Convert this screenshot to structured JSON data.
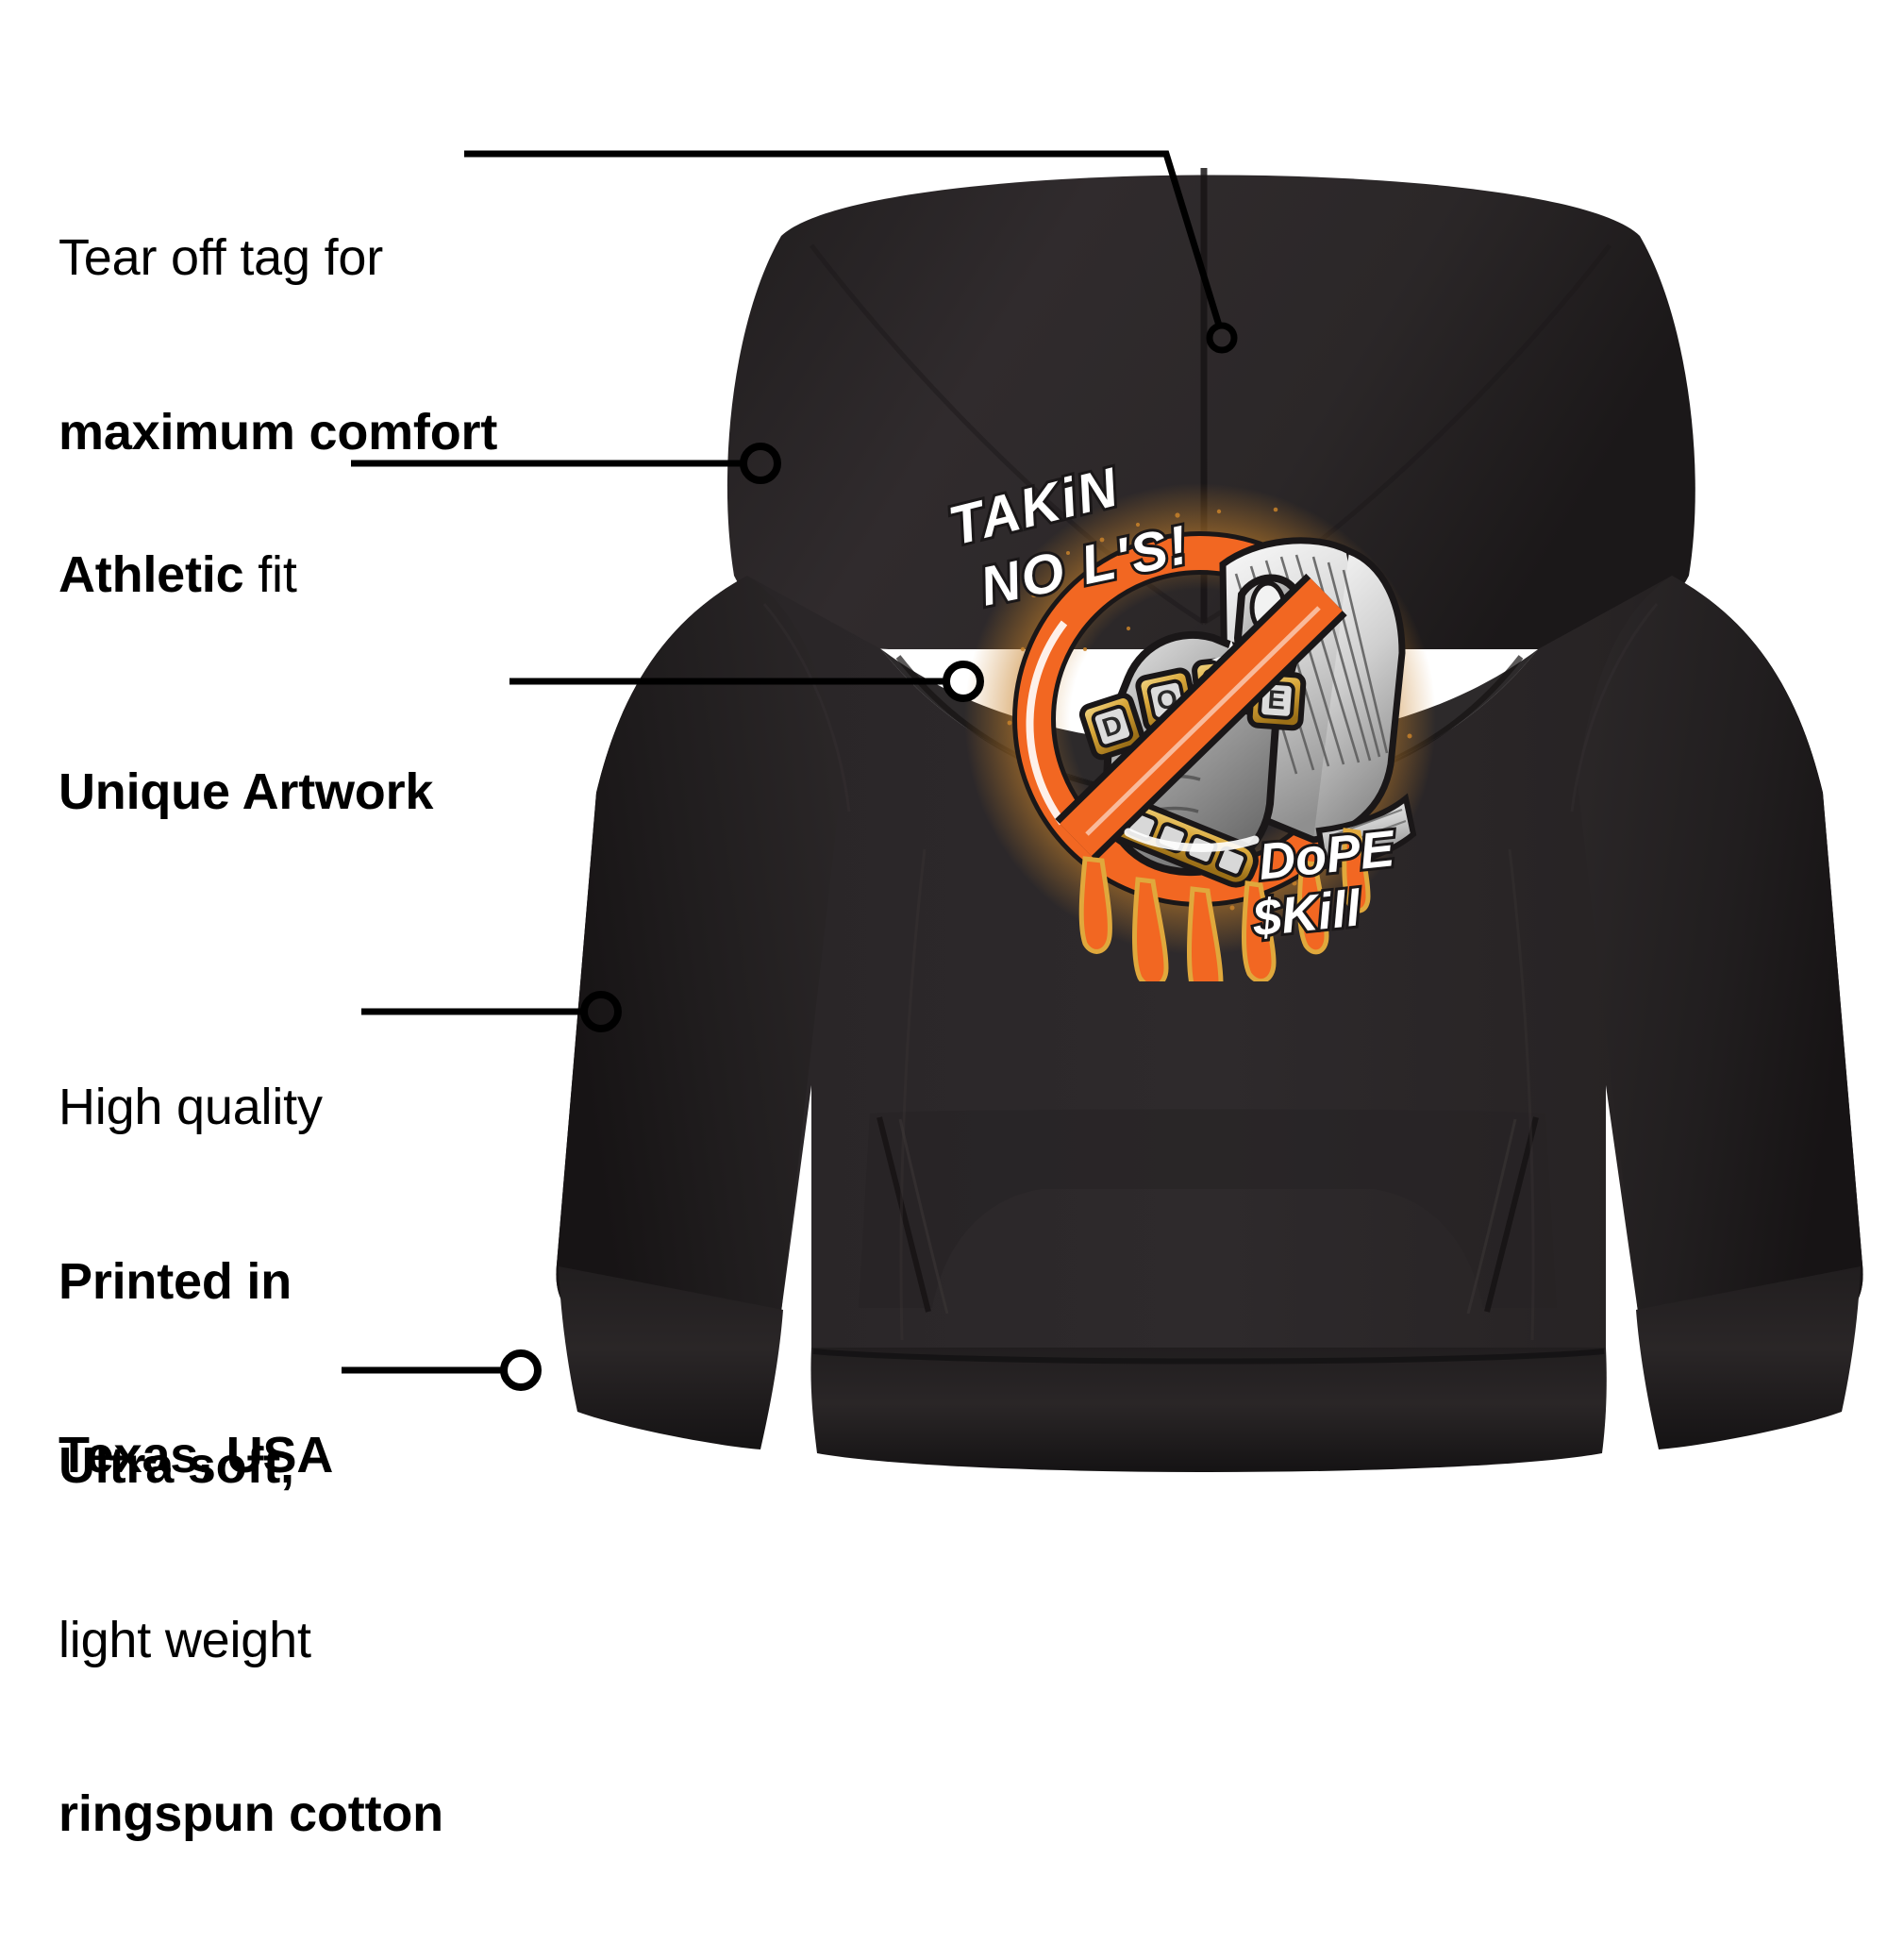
{
  "product": {
    "type": "pullover-hoodie",
    "garment_color": "#231f20",
    "accent_color": "#f26722",
    "gold_color": "#e0a83c",
    "ink_white": "#ffffff",
    "ink_grey": "#9a9a9a"
  },
  "features": [
    {
      "id": "tear-off-tag",
      "line1": "Tear off tag for",
      "line1_weight": "regular",
      "line2": "maximum comfort",
      "line2_weight": "bold"
    },
    {
      "id": "athletic-fit",
      "line1_bold": "Athletic",
      "line1_reg": " fit"
    },
    {
      "id": "unique-artwork",
      "line1": "Unique Artwork",
      "line1_weight": "bold"
    },
    {
      "id": "printed-in-texas",
      "line1": "High quality",
      "line1_weight": "regular",
      "line2": "Printed in",
      "line2_weight": "bold",
      "line3": "Texas, USA",
      "line3_weight": "bold"
    },
    {
      "id": "ringspun-cotton",
      "line1": "Ultra soft,",
      "line1_weight": "bold",
      "line2": "light weight",
      "line2_weight": "regular",
      "line3": "ringspun cotton",
      "line3_weight": "bold"
    }
  ],
  "artwork": {
    "headline_line1": "TAKiN",
    "headline_line2": "NO L'S!",
    "ring_letters": [
      "D",
      "O",
      "P",
      "E"
    ],
    "brand_line1": "DoPE",
    "brand_line2": "$Kill",
    "motif": "hand-holding-cash-with-no-symbol"
  }
}
